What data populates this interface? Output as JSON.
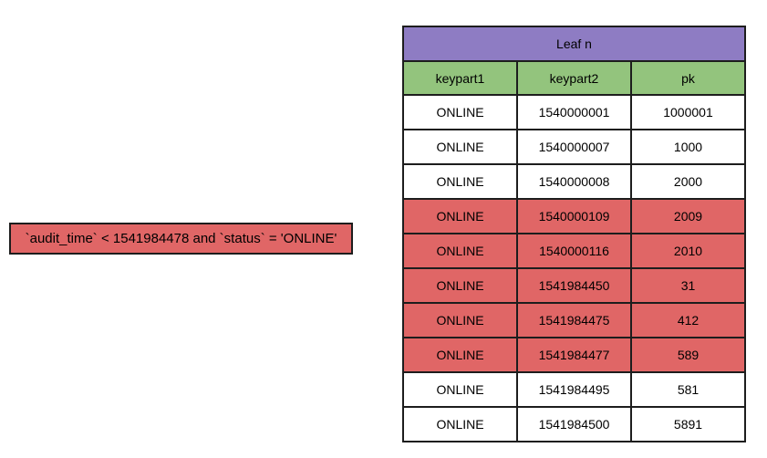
{
  "colors": {
    "title_background": "#8e7cc3",
    "header_background": "#93c47d",
    "highlight_background": "#e06666",
    "row_background": "#ffffff",
    "border": "#1d1d1d"
  },
  "condition_box": {
    "text": "`audit_time` < 1541984478 and `status` = 'ONLINE'"
  },
  "table": {
    "title": "Leaf n",
    "columns": [
      "keypart1",
      "keypart2",
      "pk"
    ],
    "rows": [
      {
        "cells": [
          "ONLINE",
          "1540000001",
          "1000001"
        ],
        "highlighted": false
      },
      {
        "cells": [
          "ONLINE",
          "1540000007",
          "1000"
        ],
        "highlighted": false
      },
      {
        "cells": [
          "ONLINE",
          "1540000008",
          "2000"
        ],
        "highlighted": false
      },
      {
        "cells": [
          "ONLINE",
          "1540000109",
          "2009"
        ],
        "highlighted": true
      },
      {
        "cells": [
          "ONLINE",
          "1540000116",
          "2010"
        ],
        "highlighted": true
      },
      {
        "cells": [
          "ONLINE",
          "1541984450",
          "31"
        ],
        "highlighted": true
      },
      {
        "cells": [
          "ONLINE",
          "1541984475",
          "412"
        ],
        "highlighted": true
      },
      {
        "cells": [
          "ONLINE",
          "1541984477",
          "589"
        ],
        "highlighted": true
      },
      {
        "cells": [
          "ONLINE",
          "1541984495",
          "581"
        ],
        "highlighted": false
      },
      {
        "cells": [
          "ONLINE",
          "1541984500",
          "5891"
        ],
        "highlighted": false
      }
    ]
  }
}
